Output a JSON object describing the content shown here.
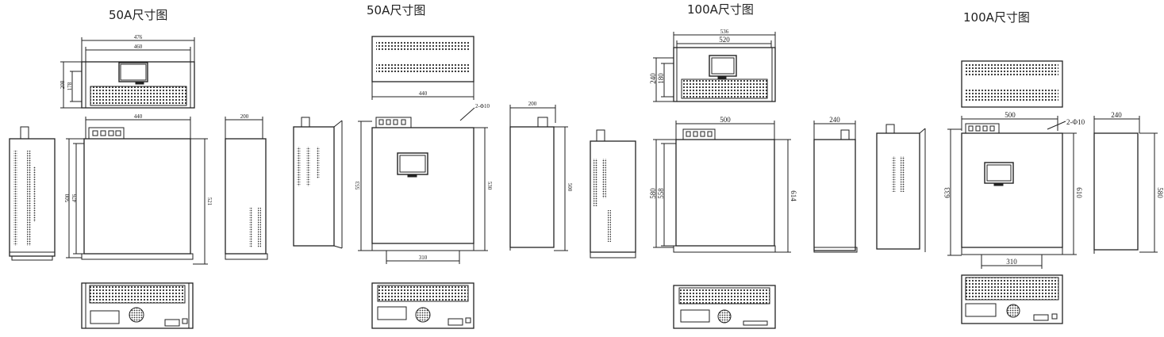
{
  "titles": [
    "50A尺寸图",
    "50A尺寸图",
    "100A尺寸图",
    "100A尺寸图"
  ],
  "d1": {
    "top_outer": "476",
    "top_inner": "460",
    "front_h_outer": "208",
    "front_h_inner": "178",
    "main_w": "440",
    "main_h1": "500",
    "main_h2": "476",
    "main_h3": "521",
    "side_w": "200"
  },
  "d2": {
    "top_w": "440",
    "hole": "2-Φ10",
    "main_h": "553",
    "side_h1": "530",
    "side_w": "200",
    "side_h2": "500",
    "bottom_w": "310"
  },
  "d3": {
    "top_outer": "536",
    "top_inner": "520",
    "front_h_outer": "240",
    "front_h_inner": "180",
    "main_w": "500",
    "main_h1": "580",
    "main_h2": "558",
    "main_h3": "614",
    "side_w": "240"
  },
  "d4": {
    "main_w": "500",
    "hole": "2-Φ10",
    "main_h1": "633",
    "main_h2": "610",
    "bottom_w": "310",
    "side_w": "240",
    "side_h": "580"
  }
}
